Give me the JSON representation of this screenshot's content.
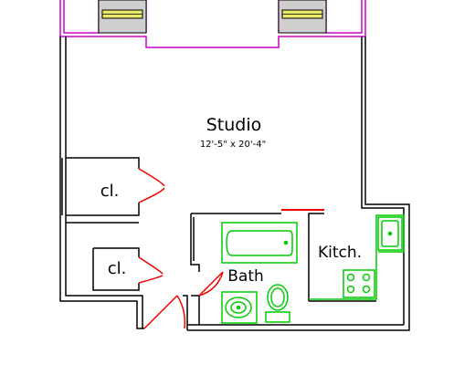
{
  "rooms": {
    "studio": {
      "name": "Studio",
      "size": "12'-5\" x 20'-4\""
    },
    "closet_upper": {
      "name": "cl."
    },
    "closet_lower": {
      "name": "cl."
    },
    "bath": {
      "name": "Bath"
    },
    "kitchen": {
      "name": "Kitch."
    }
  },
  "colors": {
    "wall": "#000000",
    "exterior_facade": "#cc00cc",
    "window_glass": "#e8e86a",
    "door_swing": "#ee0000",
    "fixture": "#00cc00",
    "counter": "#00cc00"
  },
  "icons": [
    "window-icon",
    "door-swing-icon",
    "bathtub-icon",
    "sink-icon",
    "toilet-icon",
    "stove-icon",
    "kitchen-sink-icon"
  ]
}
